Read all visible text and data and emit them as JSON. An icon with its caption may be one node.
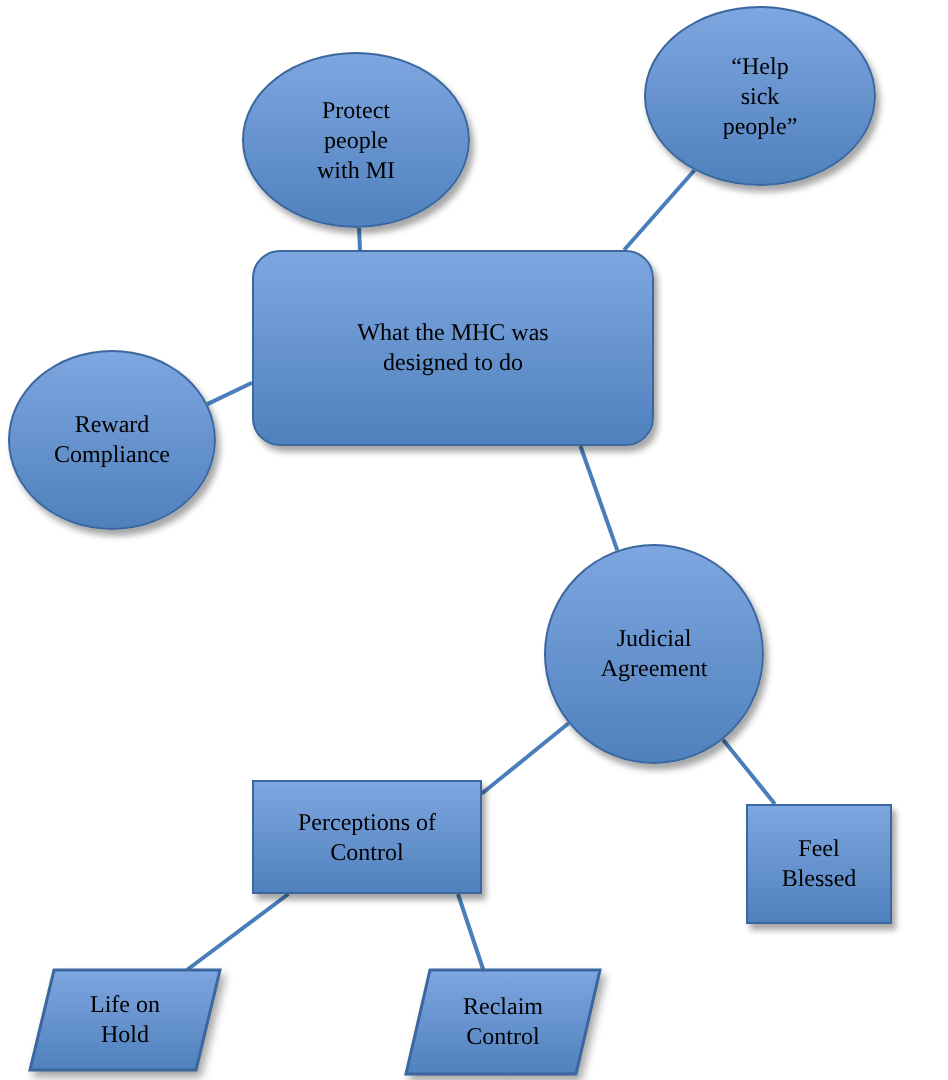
{
  "diagram": {
    "nodes": [
      {
        "text": [
          "Protect people with MI"
        ]
      },
      {
        "text": [
          "“Help sick people”"
        ]
      },
      {
        "text": [
          "What the MHC was designed to do"
        ]
      },
      {
        "text": [
          "Reward Compliance"
        ]
      },
      {
        "text": [
          "Judicial Agreement"
        ]
      },
      {
        "text": [
          "Perceptions of Control"
        ]
      },
      {
        "text": [
          "Feel Blessed"
        ]
      },
      {
        "text": [
          "Life on Hold"
        ]
      },
      {
        "text": [
          "Reclaim Control"
        ]
      }
    ],
    "edges": [
      {
        "from": 2,
        "to": 0,
        "arrow": "none"
      },
      {
        "from": 2,
        "to": 1,
        "arrow": "none"
      },
      {
        "from": 2,
        "to": 3,
        "arrow": "none"
      },
      {
        "from": 2,
        "to": 4,
        "arrow": "none"
      },
      {
        "from": 4,
        "to": 5,
        "arrow": "none"
      },
      {
        "from": 4,
        "to": 6,
        "arrow": "none"
      },
      {
        "from": 5,
        "to": 7,
        "arrow": "none"
      },
      {
        "from": 5,
        "to": 8,
        "arrow": "none"
      }
    ]
  }
}
